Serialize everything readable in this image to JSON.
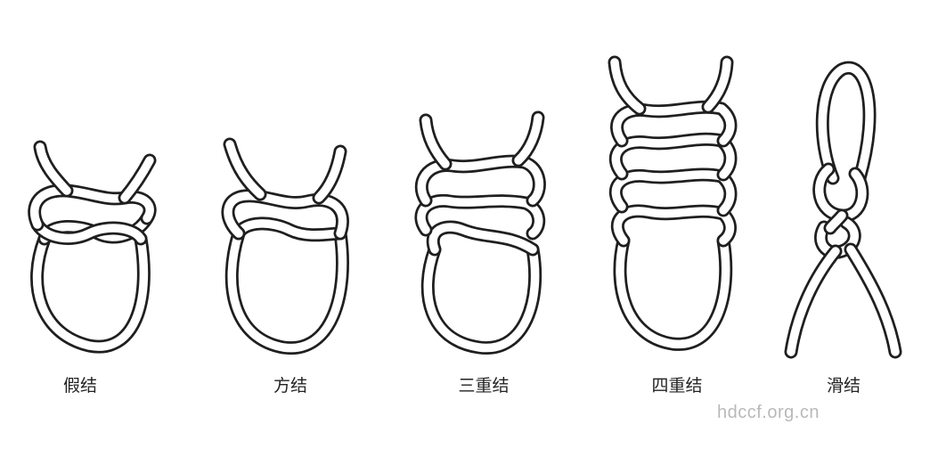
{
  "knots": [
    {
      "id": "false-knot",
      "label": "假结"
    },
    {
      "id": "square-knot",
      "label": "方结"
    },
    {
      "id": "triple-knot",
      "label": "三重结"
    },
    {
      "id": "quadruple-knot",
      "label": "四重结"
    },
    {
      "id": "slip-knot",
      "label": "滑结"
    }
  ],
  "watermark": "hdccf.org.cn",
  "colors": {
    "line": "#1f1f1f",
    "background": "#ffffff",
    "watermark": "#b9b9b9"
  }
}
